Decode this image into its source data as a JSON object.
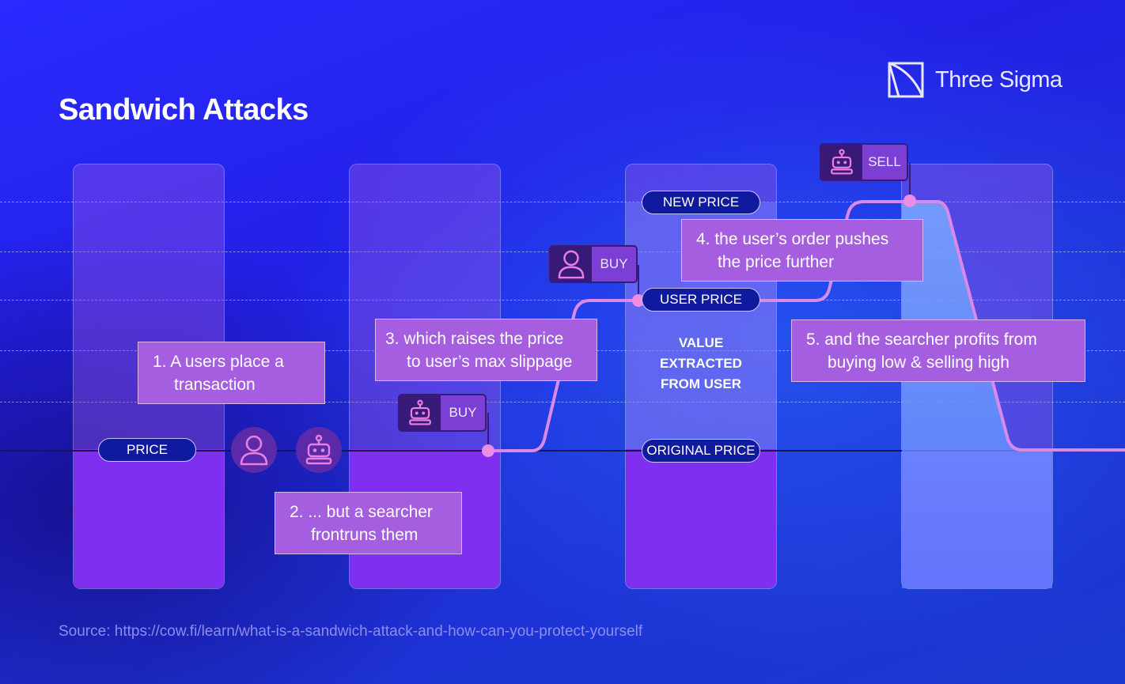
{
  "brand": {
    "name": "Three Sigma"
  },
  "title": "Sandwich Attacks",
  "labels": {
    "price": "PRICE",
    "new_price": "NEW PRICE",
    "user_price": "USER PRICE",
    "original_price": "ORIGINAL PRICE"
  },
  "value_extracted": [
    "VALUE",
    "EXTRACTED",
    "FROM USER"
  ],
  "steps": [
    {
      "lines": [
        "1. A users place a",
        "transaction"
      ]
    },
    {
      "lines": [
        "2. ... but a searcher",
        "frontruns them"
      ]
    },
    {
      "lines": [
        "3. which raises the price",
        "to user’s max slippage"
      ]
    },
    {
      "lines": [
        "4. the user’s order pushes",
        "the price further"
      ]
    },
    {
      "lines": [
        "5. and the searcher profits from",
        "buying low & selling high"
      ]
    }
  ],
  "tags": {
    "buy": "BUY",
    "sell": "SELL"
  },
  "icons": {
    "user": "user-icon",
    "bot": "robot-icon",
    "logo": "three-sigma-logo-icon"
  },
  "colors": {
    "accent": "#e58ae6",
    "callout": "#a55ee0",
    "pill": "#101a9e",
    "column": "#7f2ff0"
  },
  "source": "Source: https://cow.fi/learn/what-is-a-sandwich-attack-and-how-can-you-protect-yourself"
}
